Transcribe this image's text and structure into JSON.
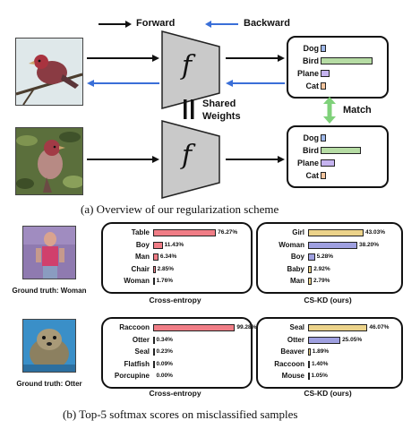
{
  "legend": {
    "forward": "Forward",
    "backward": "Backward"
  },
  "function_symbol": "f",
  "shared_weights": [
    "Shared",
    "Weights"
  ],
  "match_label": "Match",
  "classes_top": [
    "Dog",
    "Bird",
    "Plane",
    "Cat"
  ],
  "dist_top": [
    0.06,
    0.9,
    0.15,
    0.05
  ],
  "dist_bottom": [
    0.06,
    0.7,
    0.25,
    0.1
  ],
  "class_colors": [
    "#9fb8ea",
    "#b6dca4",
    "#c5b3ef",
    "#f5c59e"
  ],
  "caption_a": "(a)  Overview of our regularization scheme",
  "caption_b": "(b)  Top-5 softmax scores on misclassified samples",
  "samples": [
    {
      "ground_truth": "Ground truth: Woman",
      "ce": {
        "title": "Cross-entropy",
        "labels": [
          "Table",
          "Boy",
          "Man",
          "Chair",
          "Woman"
        ],
        "values": [
          76.27,
          11.43,
          6.34,
          2.85,
          1.76
        ],
        "value_text": [
          "76.27%",
          "11.43%",
          "6.34%",
          "2.85%",
          "1.76%"
        ]
      },
      "kd": {
        "title": "CS-KD (ours)",
        "labels": [
          "Girl",
          "Woman",
          "Boy",
          "Baby",
          "Man"
        ],
        "values": [
          43.03,
          38.2,
          5.28,
          2.92,
          2.79
        ],
        "value_text": [
          "43.03%",
          "38.20%",
          "5.28%",
          "2.92%",
          "2.79%"
        ]
      }
    },
    {
      "ground_truth": "Ground truth: Otter",
      "ce": {
        "title": "Cross-entropy",
        "labels": [
          "Raccoon",
          "Otter",
          "Seal",
          "Flatfish",
          "Porcupine"
        ],
        "values": [
          99.28,
          0.34,
          0.23,
          0.09,
          0.0
        ],
        "value_text": [
          "99.28%",
          "0.34%",
          "0.23%",
          "0.09%",
          "0.00%"
        ]
      },
      "kd": {
        "title": "CS-KD (ours)",
        "labels": [
          "Seal",
          "Otter",
          "Beaver",
          "Raccoon",
          "Mouse"
        ],
        "values": [
          46.07,
          25.05,
          1.89,
          1.4,
          1.05
        ],
        "value_text": [
          "46.07%",
          "25.05%",
          "1.89%",
          "1.40%",
          "1.05%"
        ]
      }
    }
  ],
  "colors": {
    "forward_arrow": "#111111",
    "backward_arrow": "#3a6fd8",
    "match_arrow": "#7fd17a",
    "ce_bar": "#f07d86",
    "kd_bar_1": "#ecd38a",
    "kd_bar_2": "#9fa0e0",
    "function_fill": "#c9c9c9"
  }
}
